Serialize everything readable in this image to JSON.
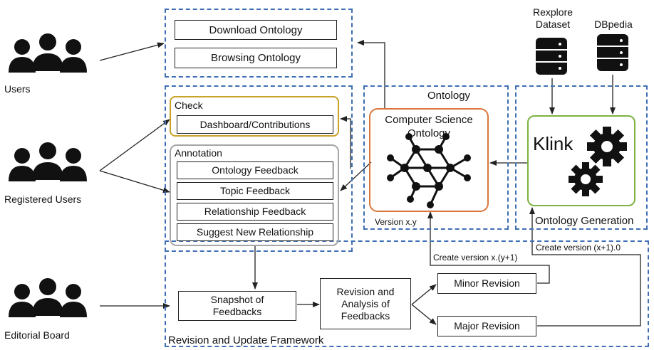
{
  "actors": {
    "users": "Users",
    "registered": "Registered Users",
    "editorial": "Editorial Board"
  },
  "access": {
    "download": "Download Ontology",
    "browsing": "Browsing Ontology"
  },
  "check": {
    "title": "Check",
    "dashboard": "Dashboard/Contributions"
  },
  "annotation": {
    "title": "Annotation",
    "items": [
      "Ontology Feedback",
      "Topic Feedback",
      "Relationship Feedback",
      "Suggest New Relationship"
    ]
  },
  "ontology": {
    "title": "Ontology",
    "name": "Computer Science Ontology",
    "version": "Version x.y"
  },
  "generation": {
    "title": "Ontology Generation",
    "tool": "Klink",
    "sources": [
      "Rexplore Dataset",
      "DBpedia"
    ]
  },
  "framework": {
    "title": "Revision and Update Framework",
    "snapshot": "Snapshot of Feedbacks",
    "analysis": "Revision and Analysis of Feedbacks",
    "minor": "Minor Revision",
    "major": "Major Revision",
    "minor_label": "Create version x.(y+1)",
    "major_label": "Create version (x+1).0"
  },
  "colors": {
    "dashed": "#3f6fb4",
    "check": "#c9a227",
    "annotation": "#a6a6a6",
    "ontology": "#d9773a",
    "generation": "#7cb342",
    "icon": "#111111"
  }
}
